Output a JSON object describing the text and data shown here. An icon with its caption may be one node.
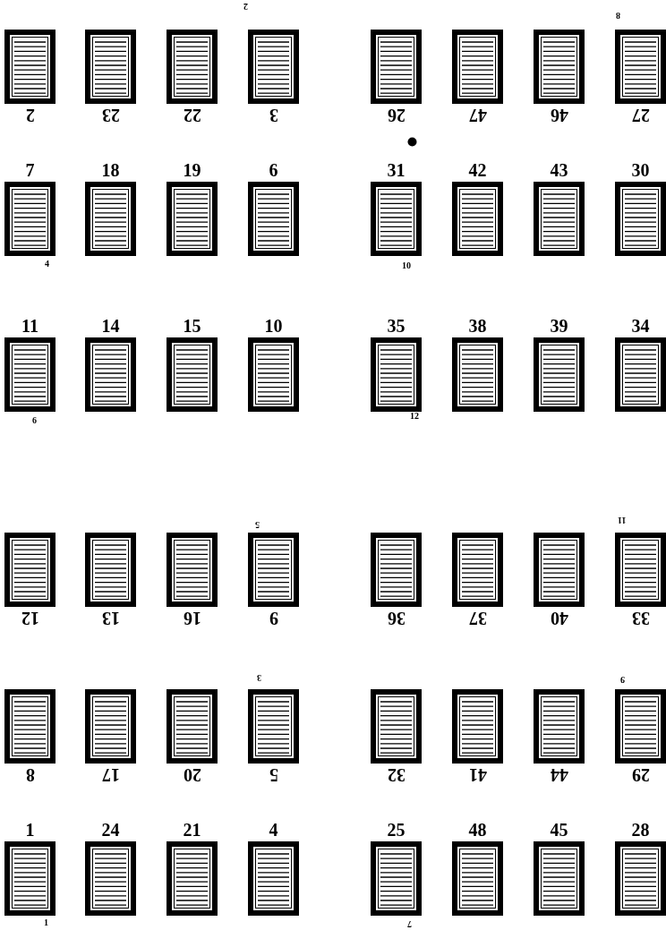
{
  "diagram": {
    "nodes": [
      {
        "text": [
          "2"
        ]
      },
      {
        "text": [
          "23"
        ]
      },
      {
        "text": [
          "22"
        ]
      },
      {
        "text": [
          "3"
        ]
      },
      {
        "text": [
          "26"
        ]
      },
      {
        "text": [
          "47"
        ]
      },
      {
        "text": [
          "46"
        ]
      },
      {
        "text": [
          "27"
        ]
      },
      {
        "text": [
          "7"
        ]
      },
      {
        "text": [
          "18"
        ]
      },
      {
        "text": [
          "19"
        ]
      },
      {
        "text": [
          "6"
        ]
      },
      {
        "text": [
          "31"
        ]
      },
      {
        "text": [
          "42"
        ]
      },
      {
        "text": [
          "43"
        ]
      },
      {
        "text": [
          "30"
        ]
      },
      {
        "text": [
          "11"
        ]
      },
      {
        "text": [
          "14"
        ]
      },
      {
        "text": [
          "15"
        ]
      },
      {
        "text": [
          "10"
        ]
      },
      {
        "text": [
          "35"
        ]
      },
      {
        "text": [
          "38"
        ]
      },
      {
        "text": [
          "39"
        ]
      },
      {
        "text": [
          "34"
        ]
      },
      {
        "text": [
          "12"
        ]
      },
      {
        "text": [
          "13"
        ]
      },
      {
        "text": [
          "16"
        ]
      },
      {
        "text": [
          "9"
        ]
      },
      {
        "text": [
          "36"
        ]
      },
      {
        "text": [
          "37"
        ]
      },
      {
        "text": [
          "40"
        ]
      },
      {
        "text": [
          "33"
        ]
      },
      {
        "text": [
          "8"
        ]
      },
      {
        "text": [
          "17"
        ]
      },
      {
        "text": [
          "20"
        ]
      },
      {
        "text": [
          "5"
        ]
      },
      {
        "text": [
          "32"
        ]
      },
      {
        "text": [
          "41"
        ]
      },
      {
        "text": [
          "44"
        ]
      },
      {
        "text": [
          "29"
        ]
      },
      {
        "text": [
          "1"
        ]
      },
      {
        "text": [
          "24"
        ]
      },
      {
        "text": [
          "21"
        ]
      },
      {
        "text": [
          "4"
        ]
      },
      {
        "text": [
          "25"
        ]
      },
      {
        "text": [
          "48"
        ]
      },
      {
        "text": [
          "45"
        ]
      },
      {
        "text": [
          "28"
        ]
      }
    ],
    "labels": [
      "2",
      "8",
      "4",
      "10",
      "6",
      "12",
      "5",
      "11",
      "3",
      "9",
      "1",
      "7"
    ]
  }
}
